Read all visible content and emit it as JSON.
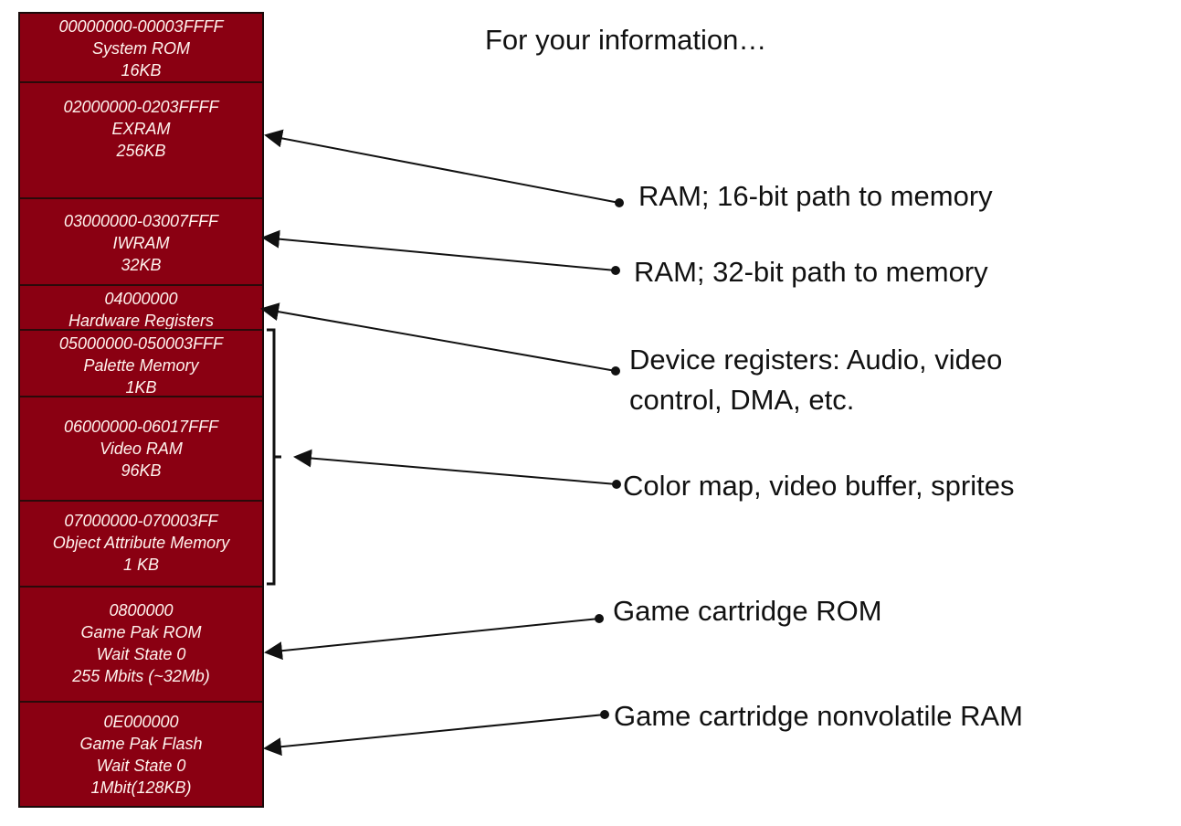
{
  "title": "For your information…",
  "memory_map": [
    {
      "id": "system-rom",
      "lines": [
        "00000000-00003FFFF",
        "System ROM",
        "16KB"
      ]
    },
    {
      "id": "exram",
      "lines": [
        "02000000-0203FFFF",
        "EXRAM",
        "256KB"
      ]
    },
    {
      "id": "iwram",
      "lines": [
        "03000000-03007FFF",
        "IWRAM",
        "32KB"
      ]
    },
    {
      "id": "hardware-registers",
      "lines": [
        "04000000",
        "Hardware Registers"
      ]
    },
    {
      "id": "palette-memory",
      "lines": [
        "05000000-050003FFF",
        "Palette Memory",
        "1KB"
      ]
    },
    {
      "id": "video-ram",
      "lines": [
        "06000000-06017FFF",
        "Video RAM",
        "96KB"
      ]
    },
    {
      "id": "object-attribute-memory",
      "lines": [
        "07000000-070003FF",
        "Object Attribute Memory",
        "1 KB"
      ]
    },
    {
      "id": "game-pak-rom",
      "lines": [
        "0800000",
        "Game Pak ROM",
        "Wait State 0",
        "255 Mbits (~32Mb)"
      ]
    },
    {
      "id": "game-pak-flash",
      "lines": [
        "0E000000",
        "Game Pak Flash",
        "Wait State 0",
        "1Mbit(128KB)"
      ]
    }
  ],
  "annotations": [
    {
      "id": "exram-note",
      "lines": [
        "RAM; 16-bit path to memory"
      ]
    },
    {
      "id": "iwram-note",
      "lines": [
        "RAM; 32-bit path to memory"
      ]
    },
    {
      "id": "registers-note",
      "lines": [
        "Device registers: Audio, video",
        "control, DMA, etc."
      ]
    },
    {
      "id": "video-note",
      "lines": [
        "Color map, video buffer, sprites"
      ]
    },
    {
      "id": "rom-note",
      "lines": [
        "Game cartridge ROM"
      ]
    },
    {
      "id": "flash-note",
      "lines": [
        "Game cartridge nonvolatile RAM"
      ]
    }
  ],
  "colors": {
    "block_fill": "#8a0012",
    "block_text": "#fff3ee",
    "ink": "#111111"
  }
}
